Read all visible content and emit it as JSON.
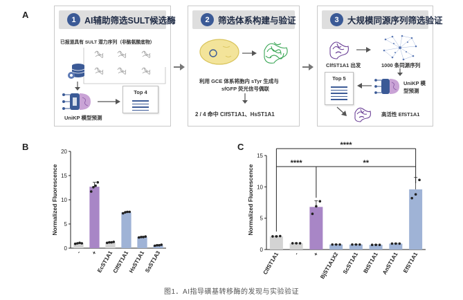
{
  "panels": {
    "a": "A",
    "b": "B",
    "c": "C"
  },
  "step1": {
    "num": "1",
    "title": "AI辅助筛选SULT候选酶",
    "subtitle": "已报道具有 SULT 潜力序列（非酪氨酸底物）",
    "model_label": "UniKP 模型预测",
    "top_label": "Top 4"
  },
  "step2": {
    "num": "2",
    "title": "筛选体系构建与验证",
    "desc_line1": "利用 GCE 体系将胞内 sTyr 生成与",
    "desc_line2": "sfGFP 荧光信号偶联",
    "result": "2 / 4 命中 ClfST1A1、HsST1A1"
  },
  "step3": {
    "num": "3",
    "title": "大规模同源序列筛选验证",
    "start_label": "ClfST1A1 出发",
    "homolog_label": "1000 条同源序列",
    "model_label_line1": "UniKP 模",
    "model_label_line2": "型预测",
    "top_label": "Top 5",
    "result": "高活性 EfST1A1"
  },
  "chart_b_text": {
    "ylabel": "Normalized Fluorescence",
    "yticks": [
      "0",
      "5",
      "10",
      "15",
      "20"
    ],
    "categories": [
      "-",
      "+",
      "EcST1A1",
      "ClfST1A1",
      "HsST1A1",
      "SsST1A3"
    ]
  },
  "chart_c_text": {
    "ylabel": "Normalized Fluorescence",
    "yticks": [
      "0",
      "5",
      "10",
      "15"
    ],
    "categories": [
      "ClfST1A1",
      "-",
      "+",
      "BjST1A1X2",
      "ScST1A1",
      "BtST1A1",
      "AnST1A1",
      "EfST1A1"
    ],
    "sig_top": "****",
    "sig_left": "****",
    "sig_right": "**"
  },
  "chart_data": [
    {
      "type": "bar",
      "ylabel": "Normalized Fluorescence",
      "ylim": [
        0,
        20
      ],
      "categories": [
        "-",
        "+",
        "EcST1A1",
        "ClfST1A1",
        "HsST1A1",
        "SsST1A3"
      ],
      "values": [
        1.0,
        12.7,
        1.2,
        7.4,
        2.3,
        0.6
      ],
      "errors": [
        0.1,
        0.9,
        0.1,
        0.2,
        0.15,
        0.1
      ],
      "points": [
        [
          0.9,
          1.0,
          1.1,
          1.0
        ],
        [
          11.7,
          12.6,
          12.9,
          13.6
        ],
        [
          1.1,
          1.2,
          1.2,
          1.3
        ],
        [
          7.2,
          7.4,
          7.5,
          7.5
        ],
        [
          2.2,
          2.3,
          2.3,
          2.4
        ],
        [
          0.5,
          0.6,
          0.6,
          0.7
        ]
      ],
      "colors": [
        "#d3d3d3",
        "#a886c6",
        "#d3d3d3",
        "#9fb3d6",
        "#9fb3d6",
        "#9fb3d6"
      ]
    },
    {
      "type": "bar",
      "ylabel": "Normalized Fluorescence",
      "ylim": [
        0,
        15
      ],
      "categories": [
        "ClfST1A1",
        "-",
        "+",
        "BjST1A1X2",
        "ScST1A1",
        "BtST1A1",
        "AnST1A1",
        "EfST1A1"
      ],
      "values": [
        2.1,
        1.0,
        6.8,
        0.8,
        0.8,
        0.75,
        0.95,
        9.6
      ],
      "errors": [
        0.05,
        0.05,
        1.0,
        0.05,
        0.05,
        0.05,
        0.05,
        1.9
      ],
      "points": [
        [
          2.1,
          2.1,
          2.15
        ],
        [
          1.0,
          1.0,
          1.0
        ],
        [
          5.7,
          6.9,
          7.7
        ],
        [
          0.8,
          0.8,
          0.8
        ],
        [
          0.8,
          0.8,
          0.8
        ],
        [
          0.75,
          0.75,
          0.75
        ],
        [
          0.95,
          0.95,
          0.95
        ],
        [
          8.2,
          8.8,
          11.1
        ]
      ],
      "colors": [
        "#d3d3d3",
        "#d3d3d3",
        "#a886c6",
        "#9fb3d6",
        "#9fb3d6",
        "#9fb3d6",
        "#9fb3d6",
        "#9fb3d6"
      ]
    }
  ],
  "caption": "图1．AI指导磺基转移酶的发现与实验验证"
}
